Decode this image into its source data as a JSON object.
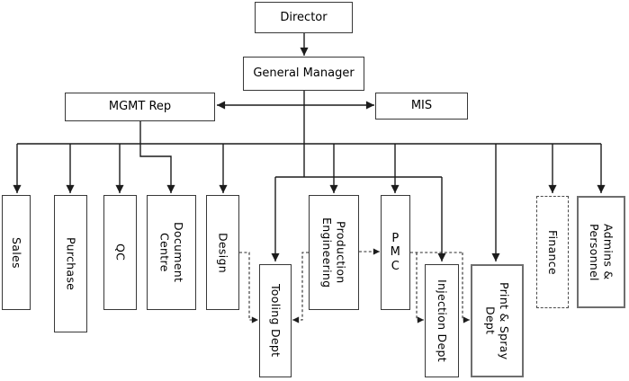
{
  "nodes": {
    "director": {
      "label": "Director"
    },
    "general_manager": {
      "label": "General Manager"
    },
    "mgmt_rep": {
      "label": "MGMT Rep"
    },
    "mis": {
      "label": "MIS"
    },
    "sales": {
      "label": "Sales"
    },
    "purchase": {
      "label": "Purchase"
    },
    "qc": {
      "label": "QC"
    },
    "document_centre": {
      "label": "Document\nCentre"
    },
    "design": {
      "label": "Design"
    },
    "tooling": {
      "label": "Tooling Dept"
    },
    "production_engineering": {
      "label": "Production\nEngineering"
    },
    "pmc": {
      "label": "P\nM\nC"
    },
    "injection": {
      "label": "Injection Dept"
    },
    "print_spray": {
      "label": "Print & Spray\nDept"
    },
    "finance": {
      "label": "Finance"
    },
    "admins": {
      "label": "Admins &\nPersonnel"
    }
  },
  "edges": {
    "solid": [
      {
        "from": "director",
        "to": "general_manager"
      },
      {
        "from": "general_manager",
        "to": "mgmt_rep"
      },
      {
        "from": "general_manager",
        "to": "mis"
      },
      {
        "from": "general_manager",
        "to": "sales"
      },
      {
        "from": "general_manager",
        "to": "purchase"
      },
      {
        "from": "general_manager",
        "to": "qc"
      },
      {
        "from": "general_manager",
        "to": "design"
      },
      {
        "from": "general_manager",
        "to": "production_engineering"
      },
      {
        "from": "general_manager",
        "to": "pmc"
      },
      {
        "from": "general_manager",
        "to": "tooling"
      },
      {
        "from": "general_manager",
        "to": "injection"
      },
      {
        "from": "general_manager",
        "to": "print_spray"
      },
      {
        "from": "general_manager",
        "to": "finance"
      },
      {
        "from": "general_manager",
        "to": "admins"
      },
      {
        "from": "mgmt_rep",
        "to": "document_centre"
      }
    ],
    "dashed": [
      {
        "from": "design",
        "to": "tooling"
      },
      {
        "from": "production_engineering",
        "to": "tooling"
      },
      {
        "from": "production_engineering",
        "to": "pmc"
      },
      {
        "from": "pmc",
        "to": "injection"
      },
      {
        "from": "pmc",
        "to": "print_spray"
      }
    ]
  },
  "colors": {
    "background": "#ffffff",
    "line": "#1c1c1c",
    "box_border": "#383838",
    "text": "#000000"
  }
}
